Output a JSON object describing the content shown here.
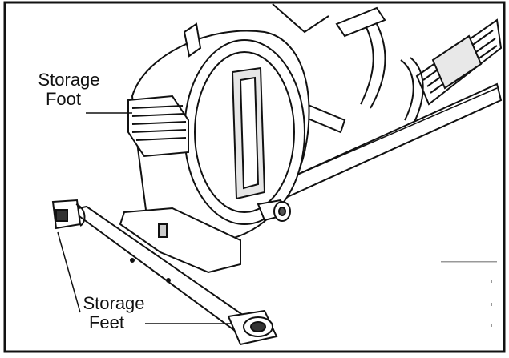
{
  "diagram": {
    "labels": {
      "storage_foot_line1": "Storage",
      "storage_foot_line2": "Foot",
      "storage_feet_line1": "Storage",
      "storage_feet_line2": "Feet"
    }
  }
}
